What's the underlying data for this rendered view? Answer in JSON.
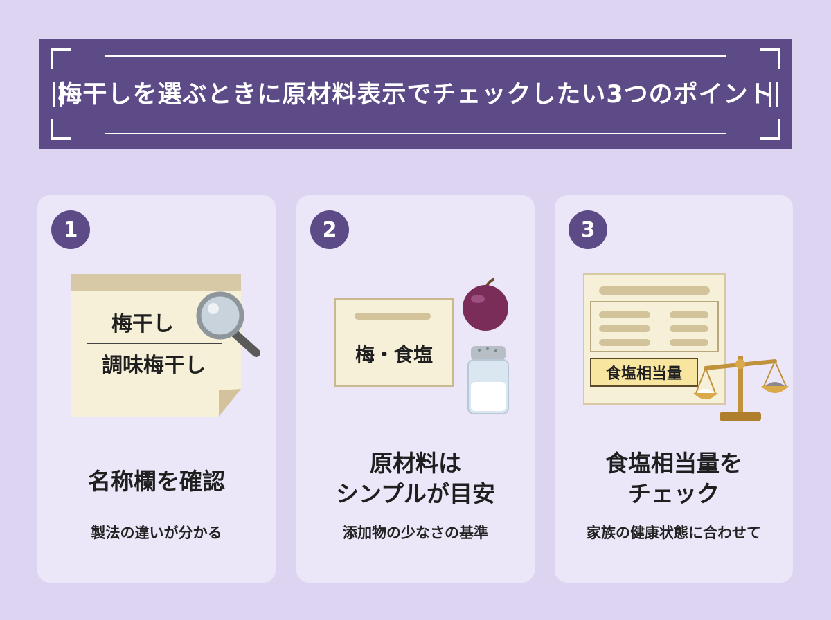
{
  "banner": {
    "title": "梅干しを選ぶときに原材料表示でチェックしたい3つのポイント"
  },
  "cards": [
    {
      "number": "1",
      "label_line1": "梅干し",
      "label_line2": "調味梅干し",
      "heading": "名称欄を確認",
      "sub": "製法の違いが分かる",
      "icon": "magnifying-glass-icon"
    },
    {
      "number": "2",
      "label": "梅・食塩",
      "heading_line1": "原材料は",
      "heading_line2": "シンプルが目安",
      "sub": "添加物の少なさの基準",
      "icons": [
        "plum-icon",
        "salt-shaker-icon"
      ]
    },
    {
      "number": "3",
      "label": "食塩相当量",
      "heading_line1": "食塩相当量を",
      "heading_line2": "チェック",
      "sub": "家族の健康状態に合わせて",
      "icon": "balance-scale-icon"
    }
  ],
  "colors": {
    "background": "#dcd4f0",
    "banner": "#5c4b87",
    "card": "#ebe7f8",
    "accent": "#5c4b87",
    "label_paper": "#f6f0d8",
    "highlight": "#f8e6a0"
  }
}
